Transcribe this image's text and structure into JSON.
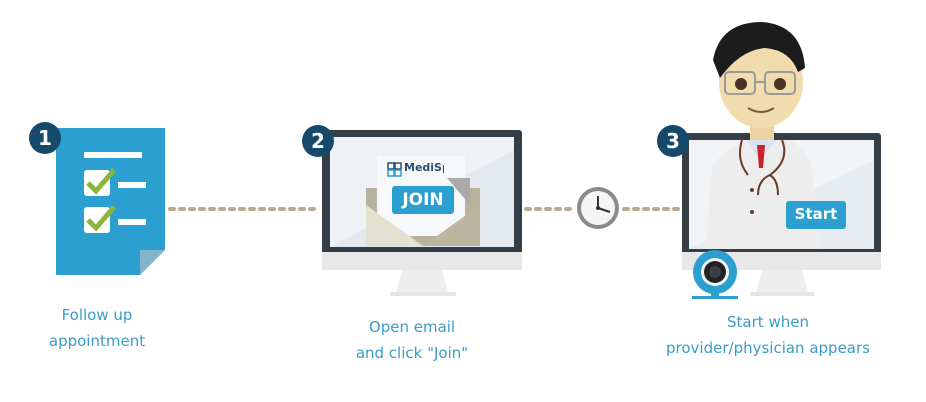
{
  "steps": [
    {
      "number": "1",
      "caption_line1": "Follow up",
      "caption_line2": "appointment"
    },
    {
      "number": "2",
      "caption_line1": "Open email",
      "caption_line2": "and click \"Join\"",
      "button_label": "JOIN",
      "brand_logo_text": "MediSp"
    },
    {
      "number": "3",
      "caption_line1": "Start when",
      "caption_line2": "provider/physician appears",
      "button_label": "Start"
    }
  ],
  "colors": {
    "accent": "#2a9fd0",
    "badge": "#174a6a",
    "caption": "#3a9cc9",
    "bezel": "#343e46",
    "dots": "#b9ab93"
  }
}
